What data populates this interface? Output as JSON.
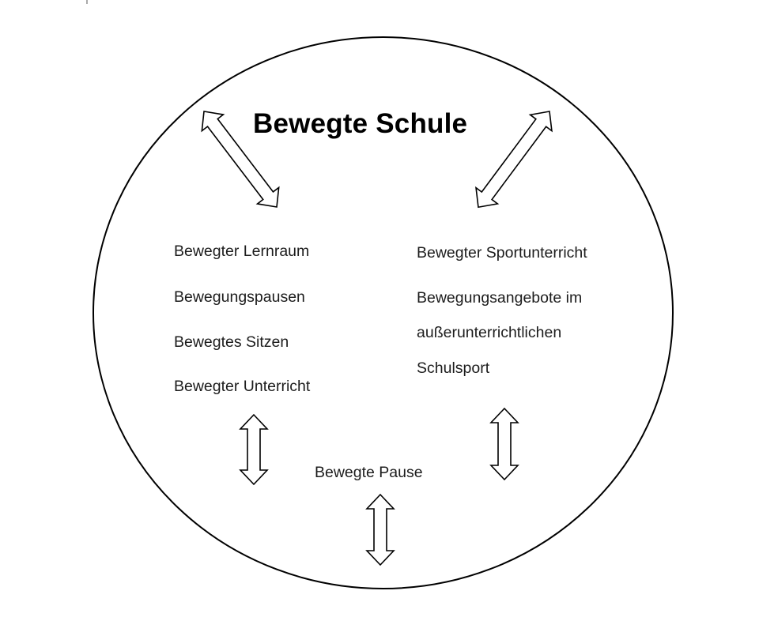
{
  "diagram": {
    "title": "Bewegte Schule",
    "left_column": {
      "items": [
        "Bewegter Lernraum",
        "Bewegungspausen",
        "Bewegtes Sitzen",
        "Bewegter Unterricht"
      ]
    },
    "right_column": {
      "items": [
        "Bewegter Sportunterricht",
        "Bewegungsangebote im",
        "außerunterrichtlichen",
        "Schulsport"
      ]
    },
    "center_bottom": {
      "label": "Bewegte Pause"
    },
    "arrows": [
      {
        "id": "arrow-title-left",
        "type": "double-headed",
        "direction": "diagonal"
      },
      {
        "id": "arrow-title-right",
        "type": "double-headed",
        "direction": "diagonal"
      },
      {
        "id": "arrow-left-pause",
        "type": "double-headed",
        "direction": "vertical"
      },
      {
        "id": "arrow-right-pause",
        "type": "double-headed",
        "direction": "vertical"
      },
      {
        "id": "arrow-pause-circle",
        "type": "double-headed",
        "direction": "vertical"
      }
    ],
    "colors": {
      "background": "#ffffff",
      "stroke": "#000000",
      "text": "#1c1c1c"
    }
  }
}
